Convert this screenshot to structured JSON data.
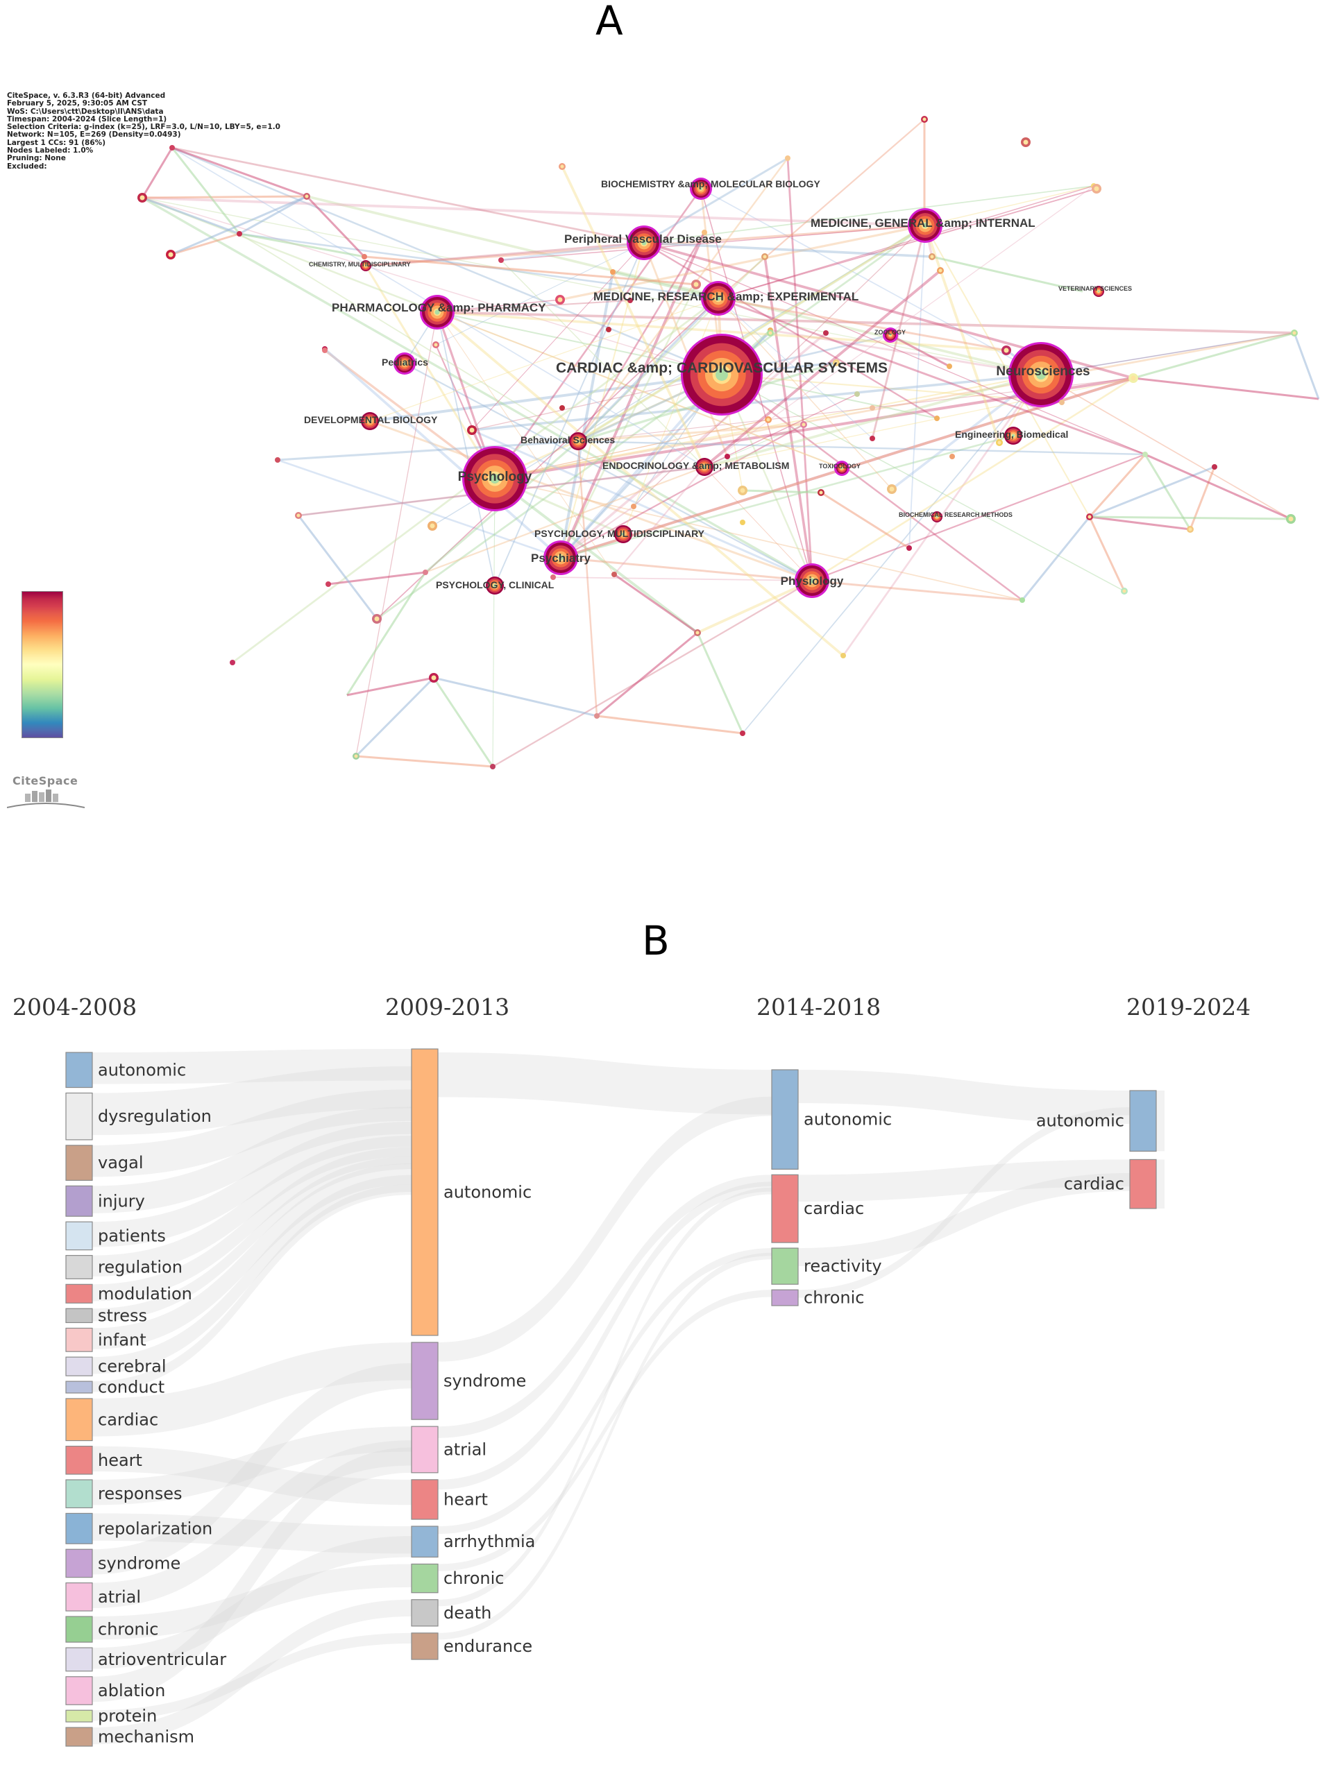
{
  "panel_a": {
    "letter": "A",
    "meta_lines": [
      "CiteSpace, v. 6.3.R3 (64-bit) Advanced",
      "February 5, 2025, 9:30:05 AM CST",
      "WoS: C:\\Users\\ctt\\Desktop\\ll\\ANS\\data",
      "Timespan: 2004-2024 (Slice Length=1)",
      "Selection Criteria: g-index (k=25), LRF=3.0, L/N=10, LBY=5, e=1.0",
      "Network: N=105, E=269 (Density=0.0493)",
      "Largest 1 CCs: 91 (86%)",
      "Nodes Labeled: 1.0%",
      "Pruning: None",
      "Excluded:"
    ],
    "logo_text": "CiteSpace",
    "nodes": [
      {
        "label": "CARDIAC &amp; CARDIOVASCULAR SYSTEMS",
        "size": "xl"
      },
      {
        "label": "Neurosciences",
        "size": "l"
      },
      {
        "label": "Psychology",
        "size": "l"
      },
      {
        "label": "Physiology",
        "size": "m"
      },
      {
        "label": "Psychiatry",
        "size": "m"
      },
      {
        "label": "PHARMACOLOGY &amp; PHARMACY",
        "size": "m"
      },
      {
        "label": "MEDICINE, GENERAL &amp; INTERNAL",
        "size": "m"
      },
      {
        "label": "BIOCHEMISTRY &amp; MOLECULAR BIOLOGY",
        "size": "s"
      },
      {
        "label": "Peripheral Vascular Disease",
        "size": "m"
      },
      {
        "label": "MEDICINE, RESEARCH &amp; EXPERIMENTAL",
        "size": "m"
      },
      {
        "label": "Pediatrics",
        "size": "s"
      },
      {
        "label": "DEVELOPMENTAL BIOLOGY",
        "size": "s"
      },
      {
        "label": "Behavioral Sciences",
        "size": "s"
      },
      {
        "label": "ENDOCRINOLOGY &amp; METABOLISM",
        "size": "s"
      },
      {
        "label": "PSYCHOLOGY, MULTIDISCIPLINARY",
        "size": "s"
      },
      {
        "label": "PSYCHOLOGY, CLINICAL",
        "size": "s"
      },
      {
        "label": "Engineering, Biomedical",
        "size": "s"
      },
      {
        "label": "TOXICOLOGY",
        "size": "xs"
      },
      {
        "label": "ZOOLOGY",
        "size": "xs"
      },
      {
        "label": "VETERINARY SCIENCES",
        "size": "xs"
      },
      {
        "label": "CHEMISTRY, MULTIDISCIPLINARY",
        "size": "xs"
      },
      {
        "label": "BIOCHEMICAL RESEARCH METHODS",
        "size": "xs"
      }
    ],
    "timeline_colors": [
      "#9e0142",
      "#c2294a",
      "#d53e4f",
      "#e55b4b",
      "#f46d43",
      "#f88d52",
      "#fdae61",
      "#fdc877",
      "#fee08b",
      "#fff0a8",
      "#ffffbf",
      "#f2faac",
      "#e6f598",
      "#c7e99d",
      "#abdda4",
      "#89d0a4",
      "#66c2a5",
      "#4ca3b2",
      "#3288bd",
      "#4f6db0",
      "#5e4fa2"
    ]
  },
  "panel_b": {
    "letter": "B",
    "periods": [
      "2004-2008",
      "2009-2013",
      "2014-2018",
      "2019-2024"
    ],
    "columns": [
      [
        {
          "label": "autonomic",
          "color": "#93b6d6",
          "size": 1.5
        },
        {
          "label": "dysregulation",
          "color": "#ececec",
          "size": 2.0
        },
        {
          "label": "vagal",
          "color": "#c9a088",
          "size": 1.5
        },
        {
          "label": "injury",
          "color": "#b39fce",
          "size": 1.3
        },
        {
          "label": "patients",
          "color": "#d5e4f0",
          "size": 1.2
        },
        {
          "label": "regulation",
          "color": "#d8d8d8",
          "size": 1.0
        },
        {
          "label": "modulation",
          "color": "#ec8585",
          "size": 0.8
        },
        {
          "label": "stress",
          "color": "#c4c4c4",
          "size": 0.6
        },
        {
          "label": "infant",
          "color": "#f8c8c8",
          "size": 1.0
        },
        {
          "label": "cerebral",
          "color": "#e0dcec",
          "size": 0.8
        },
        {
          "label": "conduct",
          "color": "#b8c0dc",
          "size": 0.5
        },
        {
          "label": "cardiac",
          "color": "#fdb57a",
          "size": 1.8
        },
        {
          "label": "heart",
          "color": "#ec8585",
          "size": 1.2
        },
        {
          "label": "responses",
          "color": "#b2dece",
          "size": 1.2
        },
        {
          "label": "repolarization",
          "color": "#8ab3d6",
          "size": 1.3
        },
        {
          "label": "syndrome",
          "color": "#c6a3d4",
          "size": 1.2
        },
        {
          "label": "atrial",
          "color": "#f6c0dd",
          "size": 1.2
        },
        {
          "label": "chronic",
          "color": "#96cf92",
          "size": 1.1
        },
        {
          "label": "atrioventricular",
          "color": "#e0dcec",
          "size": 1.0
        },
        {
          "label": "ablation",
          "color": "#f6c0dd",
          "size": 1.2
        },
        {
          "label": "protein",
          "color": "#d6e9a8",
          "size": 0.5
        },
        {
          "label": "mechanism",
          "color": "#c9a088",
          "size": 0.8
        }
      ],
      [
        {
          "label": "autonomic",
          "color": "#fdb57a",
          "size": 13.0
        },
        {
          "label": "syndrome",
          "color": "#c6a3d4",
          "size": 3.5
        },
        {
          "label": "atrial",
          "color": "#f6c0dd",
          "size": 2.1
        },
        {
          "label": "heart",
          "color": "#ec8585",
          "size": 1.8
        },
        {
          "label": "arrhythmia",
          "color": "#93b6d6",
          "size": 1.4
        },
        {
          "label": "chronic",
          "color": "#a5d69f",
          "size": 1.3
        },
        {
          "label": "death",
          "color": "#c8c8c8",
          "size": 1.2
        },
        {
          "label": "endurance",
          "color": "#c9a088",
          "size": 1.2
        }
      ],
      [
        {
          "label": "autonomic",
          "color": "#93b6d6",
          "size": 4.4
        },
        {
          "label": "cardiac",
          "color": "#ec8585",
          "size": 3.0
        },
        {
          "label": "reactivity",
          "color": "#a5d69f",
          "size": 1.6
        },
        {
          "label": "chronic",
          "color": "#c6a3d4",
          "size": 0.7
        }
      ],
      [
        {
          "label": "autonomic",
          "color": "#93b6d6",
          "size": 2.6
        },
        {
          "label": "cardiac",
          "color": "#ec8585",
          "size": 2.1
        }
      ]
    ]
  }
}
